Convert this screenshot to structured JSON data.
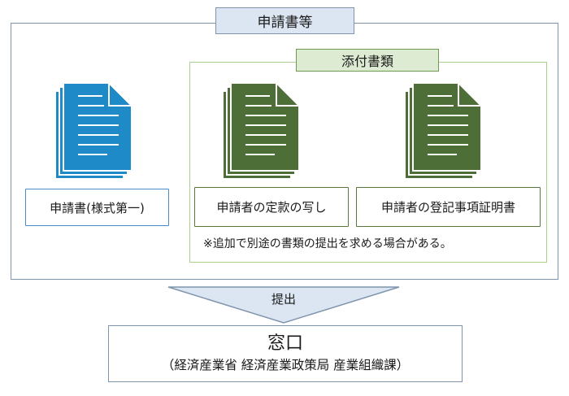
{
  "application_documents": {
    "title": "申請書等",
    "form_label": "申請書(様式第一)"
  },
  "attachments": {
    "title": "添付書類",
    "articles_label": "申請者の定款の写し",
    "registry_label": "申請者の登記事項証明書",
    "note": "※追加で別途の書類の提出を求める場合がある。"
  },
  "submission": {
    "label": "提出"
  },
  "window": {
    "title": "窓口",
    "subtitle": "（経済産業省 経済産業政策局 産業組織課）"
  },
  "icons": {
    "form": "document-stack-icon",
    "articles": "document-stack-icon",
    "registry": "document-stack-icon"
  },
  "colors": {
    "application_frame": "#7f95ad",
    "application_title_bg": "#dbe6f2",
    "attachments_frame": "#a9d08e",
    "attachments_title_bg": "#ddebd2",
    "form_doc": "#1f8ac8",
    "attachment_doc": "#4e6e37",
    "arrow_fill": "#dbe6f2"
  }
}
